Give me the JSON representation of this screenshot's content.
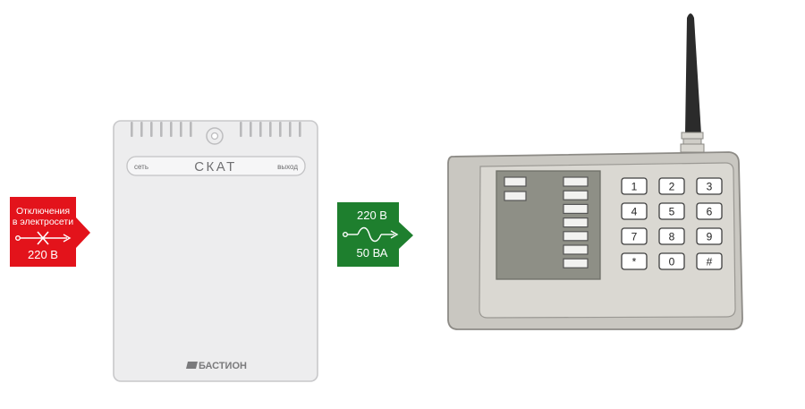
{
  "outage_badge": {
    "line1": "Отключения",
    "line2": "в электросети",
    "voltage": "220 В",
    "color": "#e3131b"
  },
  "ups": {
    "label_left": "сеть",
    "title": "СКАТ",
    "label_right": "выход",
    "brand": "БАСТИОН",
    "body_color": "#ededee"
  },
  "output_badge": {
    "voltage": "220 В",
    "power": "50 ВА",
    "color": "#1e7f2e"
  },
  "panel": {
    "body_color": "#c9c7c1",
    "screen_color": "#8e8f86",
    "keys": [
      "1",
      "2",
      "3",
      "4",
      "5",
      "6",
      "7",
      "8",
      "9",
      "*",
      "0",
      "#"
    ]
  }
}
